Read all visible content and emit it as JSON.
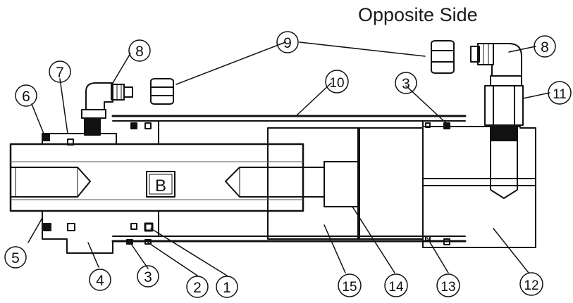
{
  "diagram": {
    "title": "Opposite Side",
    "center_label": "B",
    "callouts": [
      "1",
      "2",
      "3",
      "3",
      "4",
      "5",
      "6",
      "7",
      "8",
      "8",
      "9",
      "10",
      "11",
      "12",
      "13",
      "14",
      "15"
    ]
  }
}
